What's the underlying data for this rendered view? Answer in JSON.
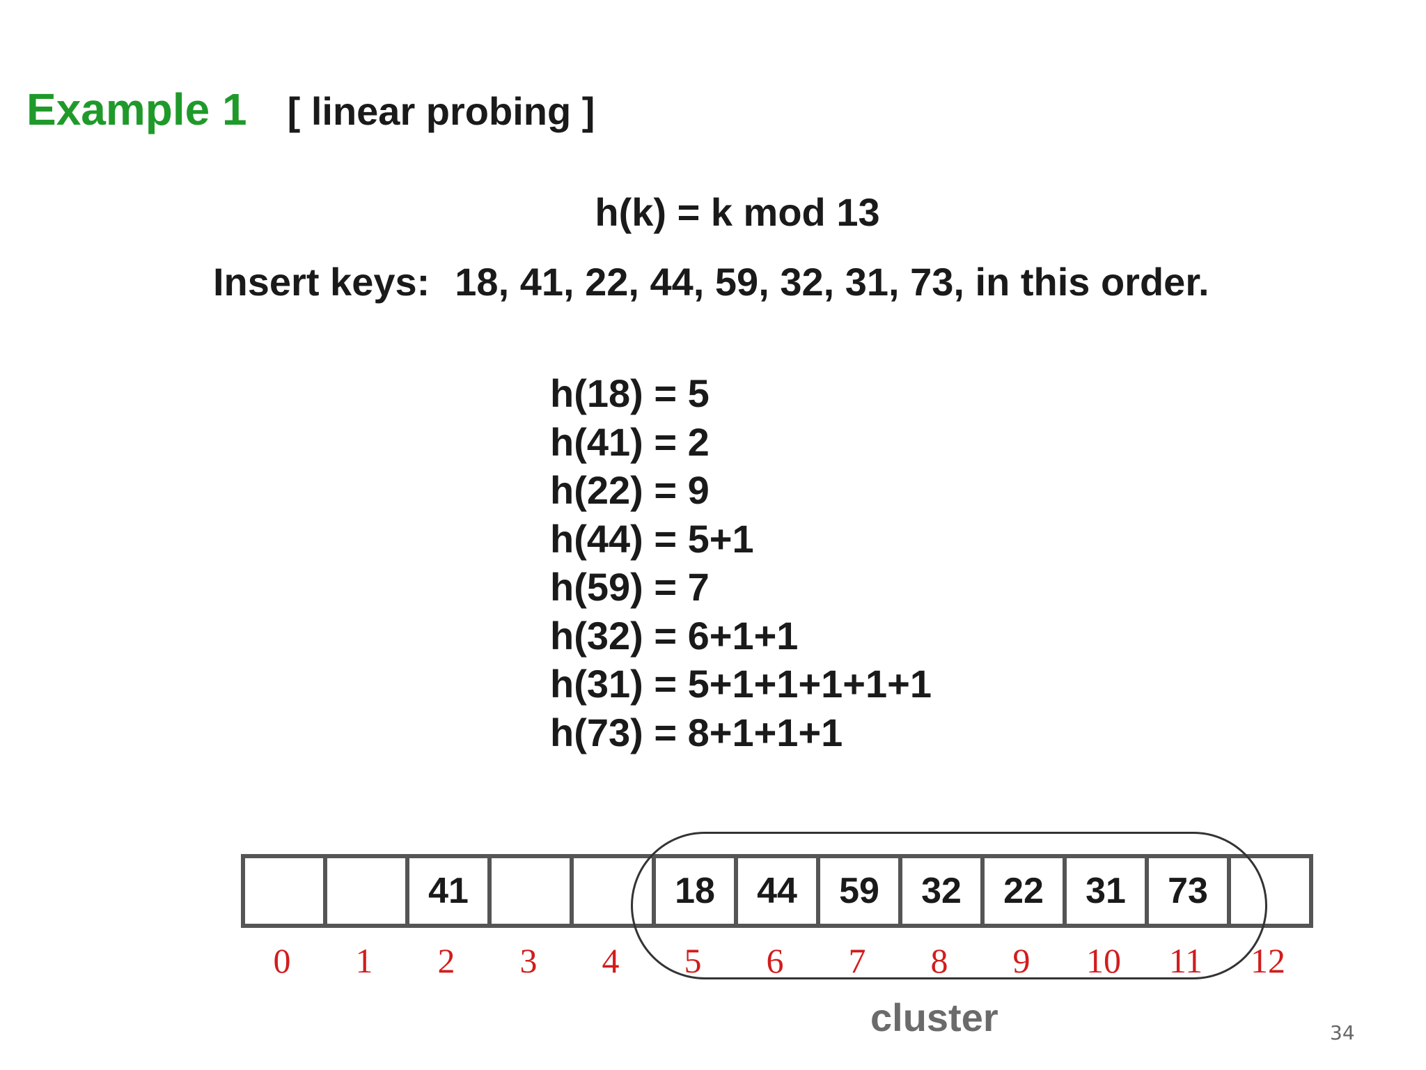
{
  "slide": {
    "title": "Example 1",
    "subtitle": "[ linear probing ]",
    "formula": "h(k) = k mod 13",
    "insert_label": "Insert keys:",
    "insert_keys": "18, 41, 22, 44, 59, 32, 31, 73, in this order.",
    "hash_lines": [
      "h(18) = 5",
      "h(41) = 2",
      "h(22) = 9",
      "h(44) = 5+1",
      "h(59) = 7",
      "h(32) = 6+1+1",
      "h(31) = 5+1+1+1+1+1",
      "h(73) = 8+1+1+1"
    ],
    "table_cells": [
      "",
      "",
      "41",
      "",
      "",
      "18",
      "44",
      "59",
      "32",
      "22",
      "31",
      "73",
      ""
    ],
    "indices": [
      "0",
      "1",
      "2",
      "3",
      "4",
      "5",
      "6",
      "7",
      "8",
      "9",
      "10",
      "11",
      "12"
    ],
    "cluster_label": "cluster",
    "page_number": "34"
  },
  "colors": {
    "title_green": "#1f9a2a",
    "index_red": "#d21c1c",
    "text": "#1a1a1a",
    "cluster_gray": "#6b6b6b"
  }
}
